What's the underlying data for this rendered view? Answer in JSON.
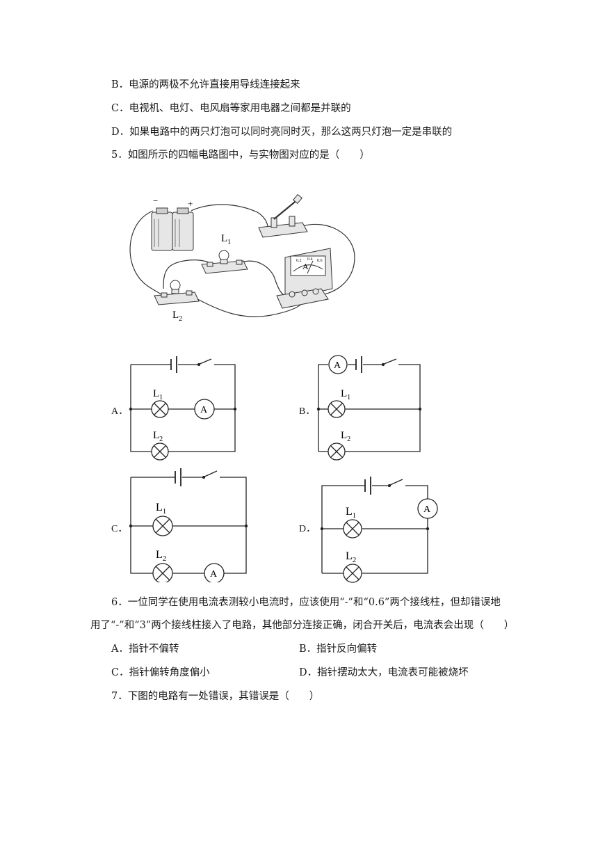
{
  "q4": {
    "b": "B．电源的两极不允许直接用导线连接起来",
    "c": "C．电视机、电灯、电风扇等家用电器之间都是并联的",
    "d": "D．如果电路中的两只灯泡可以同时亮同时灭，那么这两只灯泡一定是串联的"
  },
  "q5": {
    "stem": "5．如图所示的四幅电路图中，与实物图对应的是（　　）",
    "photo": {
      "minus": "−",
      "plus": "+",
      "l1": "L",
      "l1_sub": "1",
      "l2": "L",
      "l2_sub": "2",
      "ammeter": "A",
      "scale": [
        "0.2",
        "0.4",
        "0.6"
      ]
    },
    "options": {
      "a": "A．",
      "b": "B．",
      "c": "C．",
      "d": "D．"
    },
    "circuit": {
      "lamp1": "L",
      "lamp1_sub": "1",
      "lamp2": "L",
      "lamp2_sub": "2",
      "meter": "A"
    }
  },
  "q6": {
    "line1": "6．一位同学在使用电流表测较小电流时，应该使用“-”和“0.6”两个接线柱，但却错误地",
    "line2": "用了“-”和“3”两个接线柱接入了电路，其他部分连接正确，闭合开关后，电流表会出现（　　）",
    "a": "A．指针不偏转",
    "b": "B．指针反向偏转",
    "c": "C．指针偏转角度偏小",
    "d": "D．指针摆动太大，电流表可能被烧坏"
  },
  "q7": {
    "stem": "7．下图的电路有一处错误，其错误是（　　）"
  }
}
